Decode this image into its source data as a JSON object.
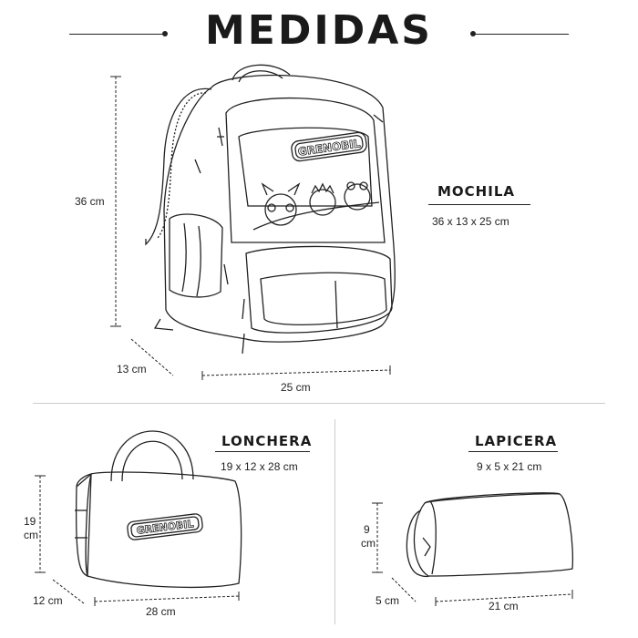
{
  "header": {
    "title": "MEDIDAS"
  },
  "backpack": {
    "name": "MOCHILA",
    "dims": "36 x 13 x 25 cm",
    "height_label": "36 cm",
    "depth_label": "13 cm",
    "width_label": "25 cm",
    "brand": "GRENOBIL"
  },
  "lunchbox": {
    "name": "LONCHERA",
    "dims": "19 x 12 x 28 cm",
    "height_label_1": "19",
    "height_label_2": "cm",
    "depth_label": "12 cm",
    "width_label": "28 cm",
    "brand": "GRENOBIL"
  },
  "pencilcase": {
    "name": "LAPICERA",
    "dims": "9 x 5 x 21 cm",
    "height_label_1": "9",
    "height_label_2": "cm",
    "depth_label": "5 cm",
    "width_label": "21 cm"
  }
}
